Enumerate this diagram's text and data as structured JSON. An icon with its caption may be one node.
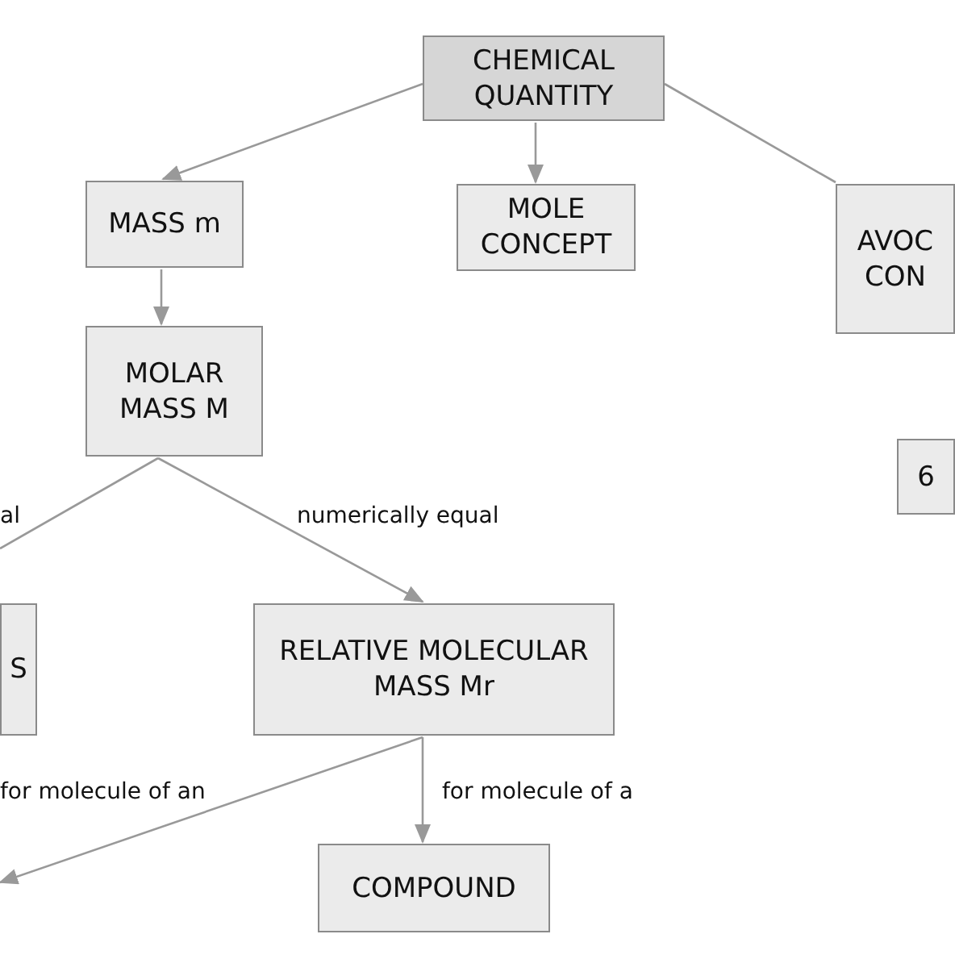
{
  "diagram": {
    "nodes": [
      {
        "text": [
          "CHEMICAL QUANTITY"
        ]
      },
      {
        "text": [
          "MASS m"
        ]
      },
      {
        "text": [
          "MOLE CONCEPT"
        ]
      },
      {
        "text": [
          "AVOC CON"
        ]
      },
      {
        "text": [
          "MOLAR MASS M"
        ]
      },
      {
        "text": [
          "6"
        ]
      },
      {
        "text": [
          "S"
        ]
      },
      {
        "text": [
          "RELATIVE MOLECULAR MASS Mr"
        ]
      },
      {
        "text": [
          "COMPOUND"
        ]
      }
    ],
    "edges": [
      {
        "from": 0,
        "to": 1,
        "arrow": "to"
      },
      {
        "from": 0,
        "to": 2,
        "arrow": "to"
      },
      {
        "from": 0,
        "to": 3,
        "arrow": "none"
      },
      {
        "from": 1,
        "to": 4,
        "arrow": "to"
      },
      {
        "from": 4,
        "to": null,
        "arrow": "none",
        "label": "al"
      },
      {
        "from": 4,
        "to": 7,
        "arrow": "to",
        "label": "numerically equal"
      },
      {
        "from": 7,
        "to": null,
        "arrow": "to",
        "label": "for molecule of an"
      },
      {
        "from": 7,
        "to": 8,
        "arrow": "to",
        "label": "for molecule of a"
      }
    ]
  }
}
